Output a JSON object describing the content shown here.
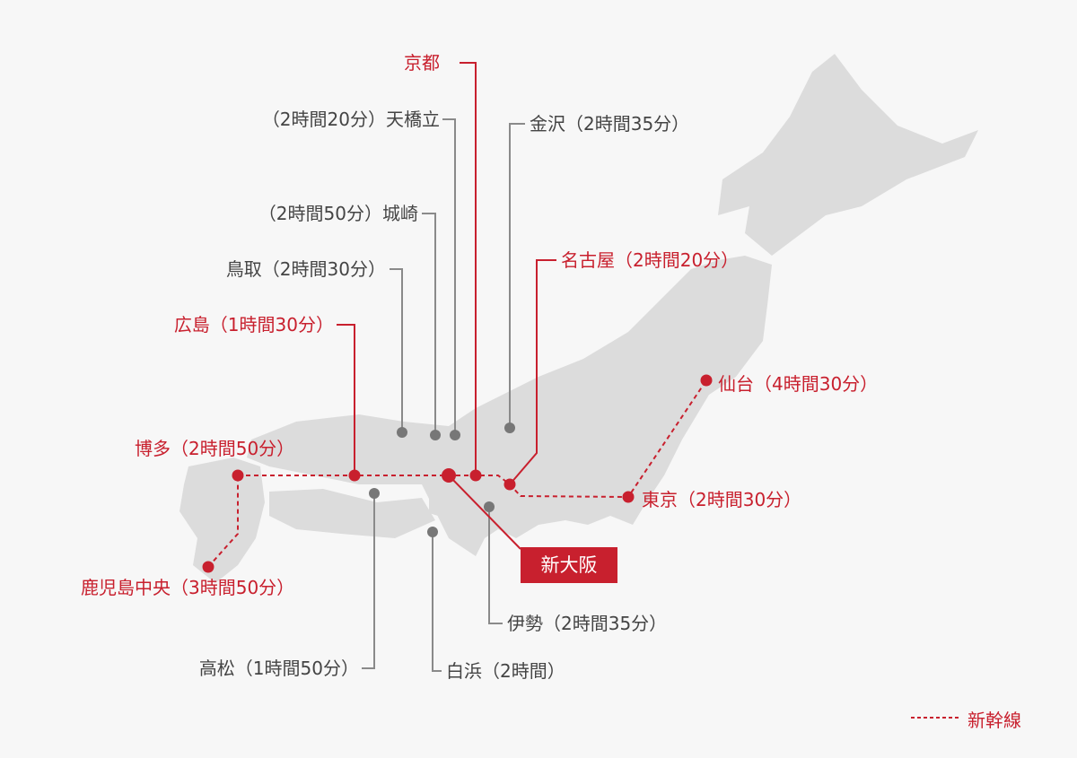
{
  "colors": {
    "accent": "#c8202e",
    "land": "#dcdcdc",
    "background": "#f7f7f7",
    "gray_line": "#8a8a8a"
  },
  "origin": {
    "label": "新大阪"
  },
  "destinations_red": [
    {
      "id": "kyoto",
      "label": "京都"
    },
    {
      "id": "nagoya",
      "label": "名古屋（2時間20分）"
    },
    {
      "id": "hiroshima",
      "label": "広島（1時間30分）"
    },
    {
      "id": "hakata",
      "label": "博多（2時間50分）"
    },
    {
      "id": "kagoshima",
      "label": "鹿児島中央（3時間50分）"
    },
    {
      "id": "sendai",
      "label": "仙台（4時間30分）"
    },
    {
      "id": "tokyo",
      "label": "東京（2時間30分）"
    }
  ],
  "destinations_gray": [
    {
      "id": "amanohashidate",
      "label": "（2時間20分）天橋立"
    },
    {
      "id": "kinosaki",
      "label": "（2時間50分）城崎"
    },
    {
      "id": "tottori",
      "label": "鳥取（2時間30分）"
    },
    {
      "id": "kanazawa",
      "label": "金沢（2時間35分）"
    },
    {
      "id": "takamatsu",
      "label": "高松（1時間50分）"
    },
    {
      "id": "shirahama",
      "label": "白浜（2時間）"
    },
    {
      "id": "ise",
      "label": "伊勢（2時間35分）"
    }
  ],
  "legend": {
    "shinkansen": "新幹線"
  }
}
